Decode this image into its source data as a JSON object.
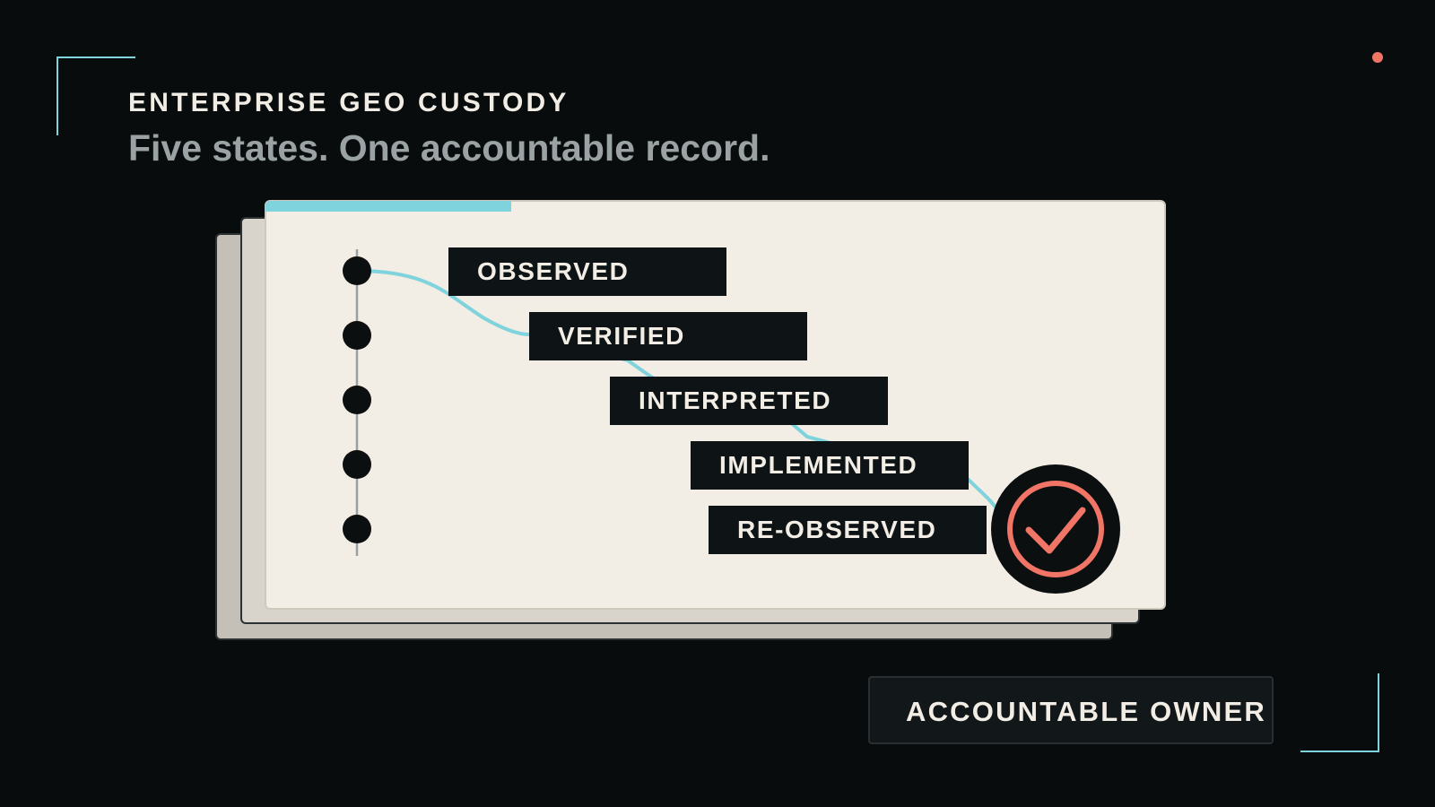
{
  "header": {
    "eyebrow": "ENTERPRISE GEO CUSTODY",
    "headline": "Five states. One accountable record."
  },
  "states": [
    {
      "label": "OBSERVED"
    },
    {
      "label": "VERIFIED"
    },
    {
      "label": "INTERPRETED"
    },
    {
      "label": "IMPLEMENTED"
    },
    {
      "label": "RE-OBSERVED"
    }
  ],
  "footer": {
    "owner_label": "ACCOUNTABLE OWNER"
  },
  "colors": {
    "background": "#080c0d",
    "accent_cyan": "#7fd3dc",
    "accent_coral": "#f07566",
    "card": "#f2ede5",
    "label_bg": "#0e1416"
  },
  "icons": [
    "check-circle-icon",
    "timeline-node-icon"
  ]
}
